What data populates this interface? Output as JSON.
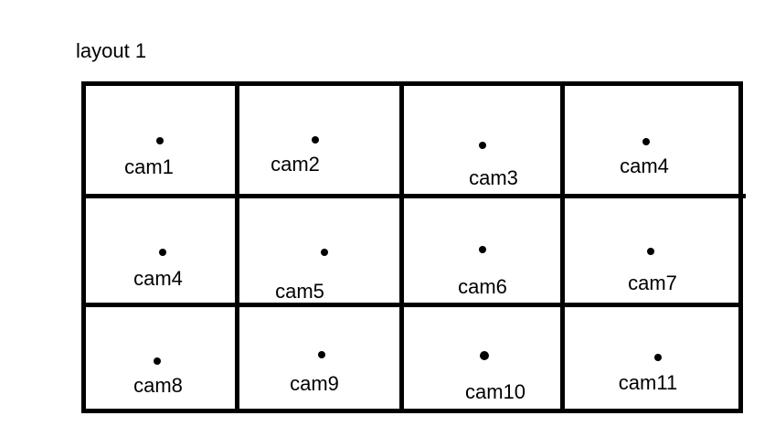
{
  "layout": {
    "title": "layout 1"
  },
  "cells": [
    {
      "label": "cam1"
    },
    {
      "label": "cam2"
    },
    {
      "label": "cam3"
    },
    {
      "label": "cam4"
    },
    {
      "label": "cam4"
    },
    {
      "label": "cam5"
    },
    {
      "label": "cam6"
    },
    {
      "label": "cam7"
    },
    {
      "label": "cam8"
    },
    {
      "label": "cam9"
    },
    {
      "label": "cam10"
    },
    {
      "label": "cam11"
    }
  ]
}
